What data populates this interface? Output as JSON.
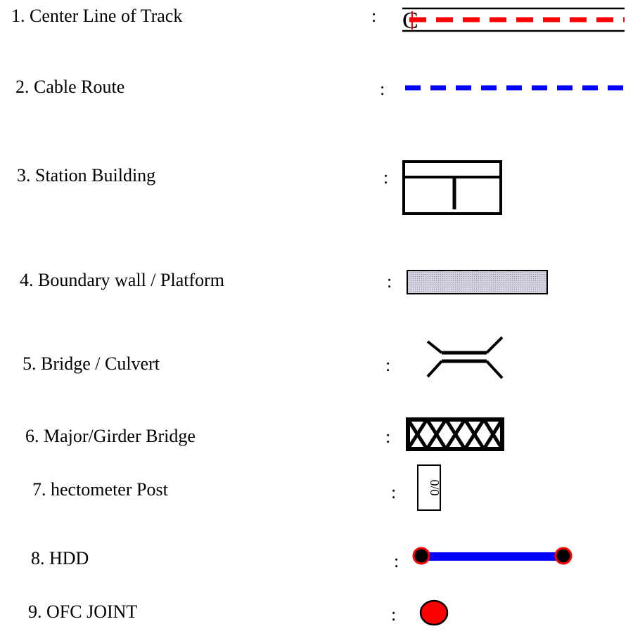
{
  "colors": {
    "text": "#000000",
    "track_center_line": "#ff0000",
    "cable_route": "#0000ff",
    "platform_fill": "#c8c8d8",
    "hdd_line": "#0000ff",
    "hdd_endpoint_fill": "#000000",
    "hdd_endpoint_ring": "#ff0000",
    "ofc_joint": "#ff0000"
  },
  "separator": ":",
  "legend": [
    {
      "label": "1. Center Line of Track",
      "symbol": "track-center-line",
      "glyph": "C"
    },
    {
      "label": "2. Cable Route",
      "symbol": "cable-route"
    },
    {
      "label": "3. Station Building",
      "symbol": "station-building"
    },
    {
      "label": "4. Boundary wall / Platform",
      "symbol": "boundary-wall-platform"
    },
    {
      "label": "5. Bridge / Culvert",
      "symbol": "bridge-culvert"
    },
    {
      "label": "6. Major/Girder Bridge",
      "symbol": "girder-bridge"
    },
    {
      "label": "7. hectometer Post",
      "symbol": "hectometer-post",
      "glyph": "0/0"
    },
    {
      "label": "8. HDD",
      "symbol": "hdd"
    },
    {
      "label": "9. OFC JOINT",
      "symbol": "ofc-joint"
    }
  ]
}
